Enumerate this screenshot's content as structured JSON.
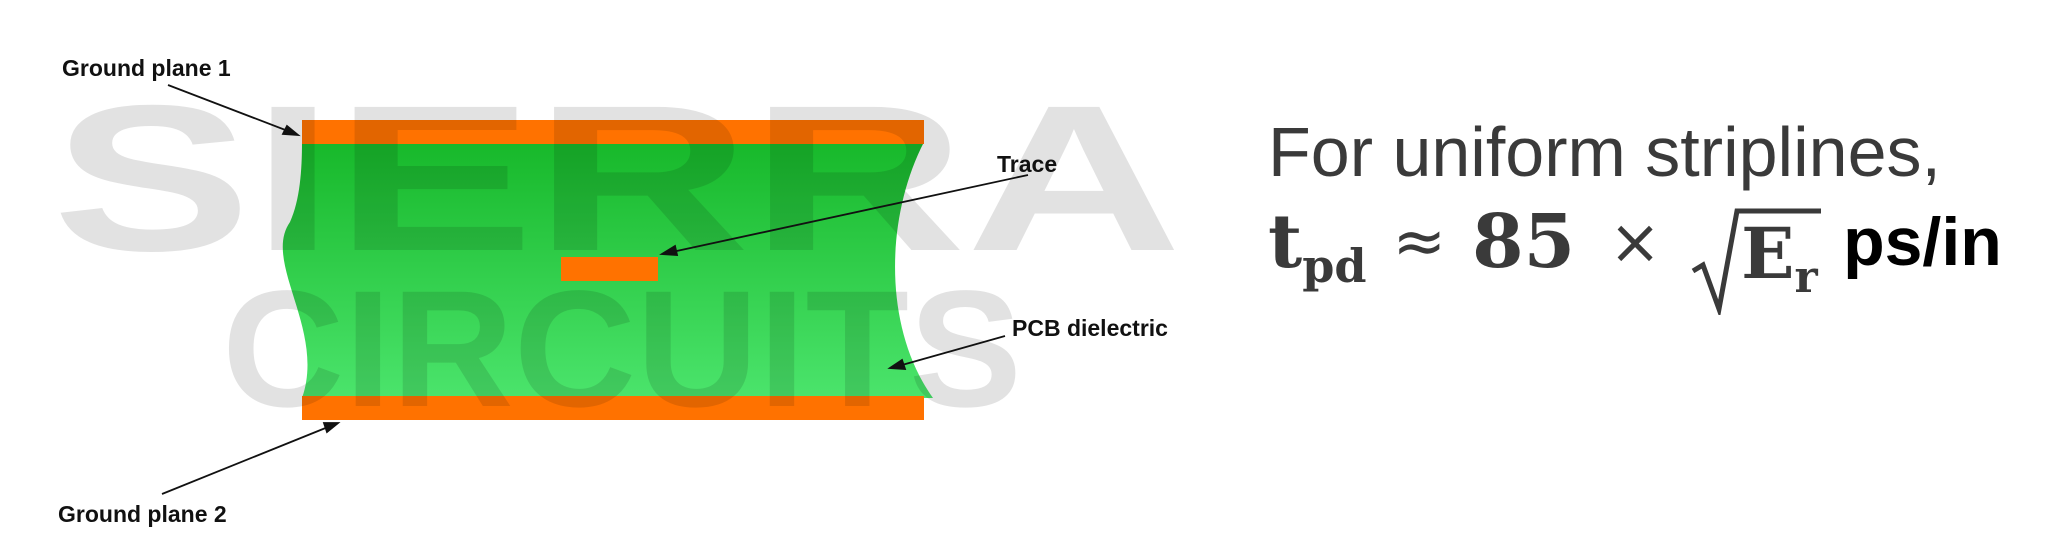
{
  "labels": {
    "ground_plane_1": "Ground plane 1",
    "trace": "Trace",
    "pcb_dielectric": "PCB dielectric",
    "ground_plane_2": "Ground plane 2"
  },
  "watermark": {
    "line1": "SIERRA",
    "line2": "CIRCUITS"
  },
  "formula": {
    "intro": "For uniform striplines,",
    "t_symbol": "t",
    "t_subscript": "pd",
    "approx": "≈",
    "coefficient": "85",
    "times": "×",
    "e_symbol": "E",
    "e_subscript": "r",
    "unit": "ps/in"
  },
  "colors": {
    "copper": "#ff7200",
    "dielectric_top": "#17b82a",
    "dielectric_bottom": "#4be46c",
    "text_dark": "#3a3a3a",
    "watermark_gray": "#d4d4d4"
  }
}
